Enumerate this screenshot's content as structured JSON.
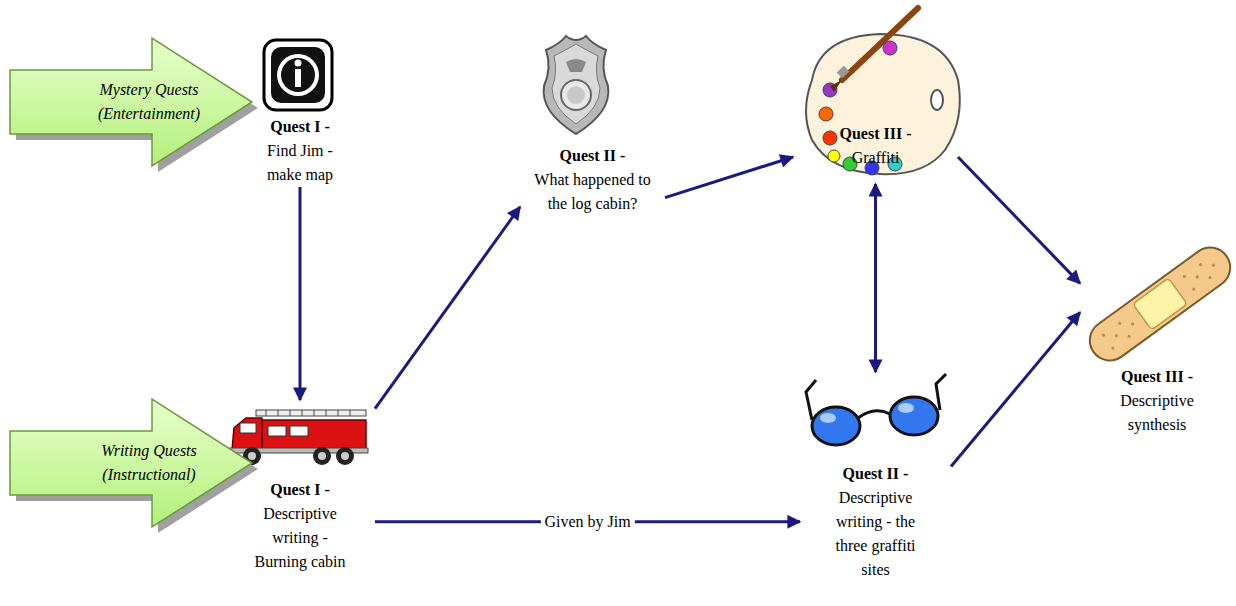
{
  "diagram": {
    "nodes": [
      {
        "text": [
          "Mystery Quests (Entertainment)"
        ]
      },
      {
        "text": [
          "Quest I -",
          "Find Jim - make map"
        ]
      },
      {
        "text": [
          "Quest II -",
          "What happened to the log cabin?"
        ]
      },
      {
        "text": [
          "Quest III -",
          "Graffiti"
        ]
      },
      {
        "text": [
          "Writing Quests (Instructional)"
        ]
      },
      {
        "text": [
          "Quest I -",
          "Descriptive writing - Burning cabin"
        ]
      },
      {
        "text": [
          "Quest II -",
          "Descriptive writing - the three graffiti sites"
        ]
      },
      {
        "text": [
          "Quest III -",
          "Descriptive synthesis"
        ]
      }
    ],
    "edges": [
      {
        "from": 1,
        "to": 5,
        "arrow": "to"
      },
      {
        "from": 5,
        "to": 2,
        "arrow": "to"
      },
      {
        "from": 2,
        "to": 3,
        "arrow": "to"
      },
      {
        "from": 3,
        "to": 6,
        "arrow": "both"
      },
      {
        "from": 5,
        "to": 6,
        "label": "Given by Jim",
        "arrow": "to"
      },
      {
        "from": 3,
        "to": 7,
        "arrow": "to"
      },
      {
        "from": 6,
        "to": 7,
        "arrow": "to"
      }
    ]
  }
}
